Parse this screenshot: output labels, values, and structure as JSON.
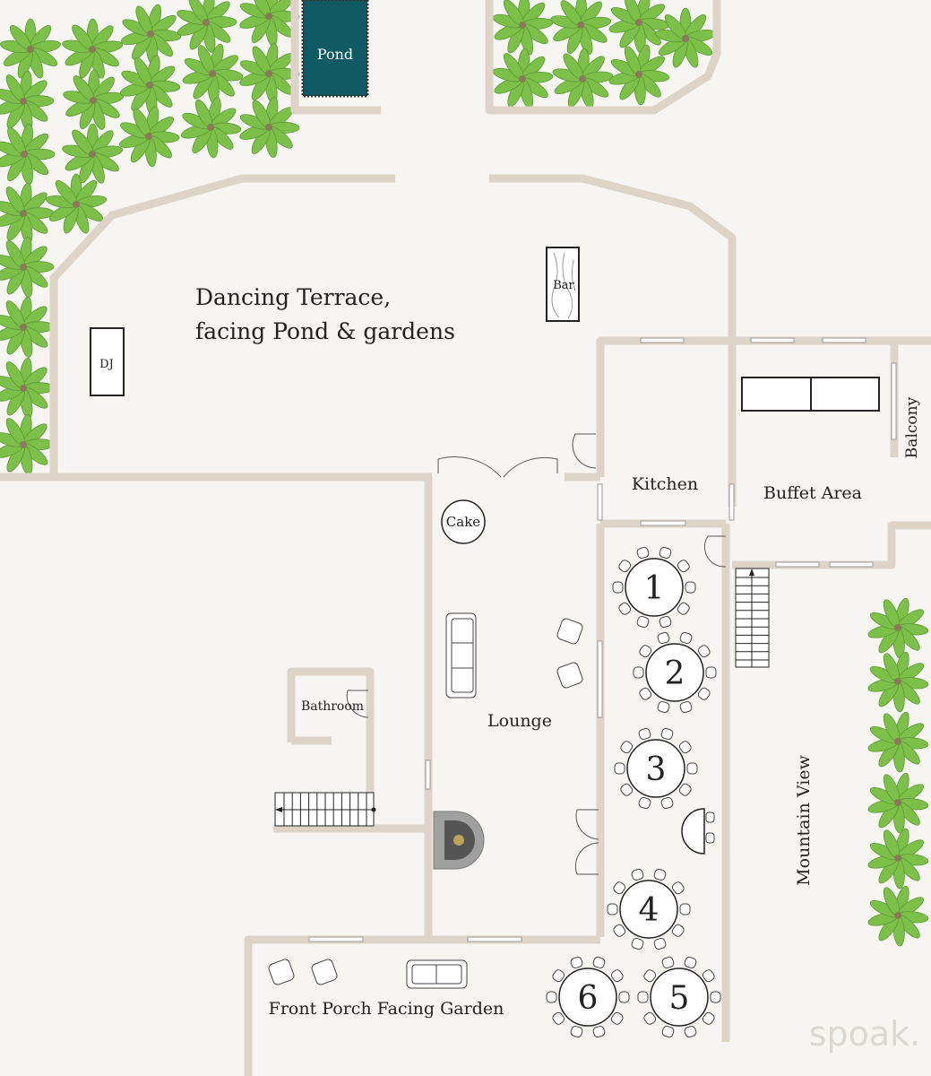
{
  "labels": {
    "pond": "Pond",
    "terrace_line1": "Dancing Terrace,",
    "terrace_line2": "facing Pond & gardens",
    "bar": "Bar",
    "dj": "DJ",
    "kitchen": "Kitchen",
    "buffet": "Buffet Area",
    "balcony": "Balcony",
    "cake": "Cake",
    "bathroom": "Bathroom",
    "lounge": "Lounge",
    "mountain_view": "Mountain  View",
    "front_porch": "Front Porch Facing Garden",
    "watermark": "spoak."
  },
  "tables": [
    "1",
    "2",
    "3",
    "4",
    "5",
    "6"
  ],
  "colors": {
    "background": "#f7f5f1",
    "wall": "#ddd3c6",
    "pond_water": "#0f5a63",
    "palm_leaf": "#7cc04a",
    "palm_leaf_dark": "#5a9a34"
  }
}
